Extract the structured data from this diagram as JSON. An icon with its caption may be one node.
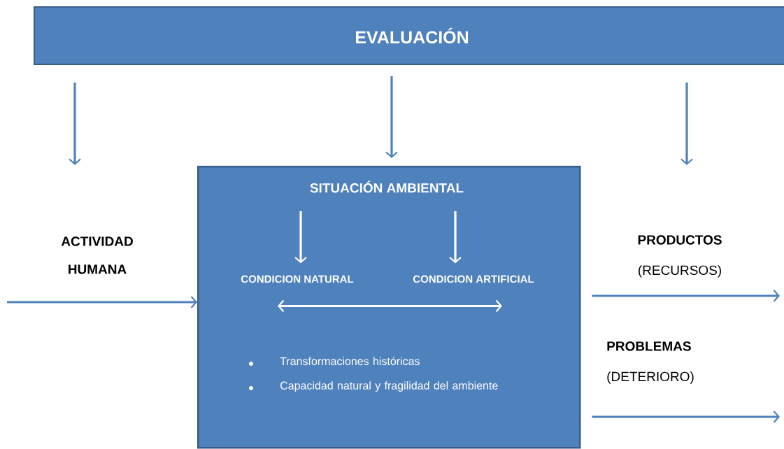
{
  "diagram": {
    "nodes": [
      {
        "text": [
          "EVALUACIÓN"
        ]
      },
      {
        "text": [
          "SITUACIÓN AMBIENTAL",
          "Transformaciones históricas",
          "Capacidad natural y fragilidad del ambiente"
        ]
      },
      {
        "text": [
          "CONDICION NATURAL"
        ],
        "in": 1
      },
      {
        "text": [
          "CONDICION ARTIFICIAL"
        ],
        "in": 1
      }
    ],
    "edges": [
      {
        "from": 0,
        "to": null,
        "arrow": "to"
      },
      {
        "from": 0,
        "to": 1,
        "arrow": "to"
      },
      {
        "from": 0,
        "to": null,
        "arrow": "to"
      },
      {
        "from": null,
        "to": 2,
        "arrow": "to",
        "color": "#ffffff"
      },
      {
        "from": null,
        "to": 3,
        "arrow": "to",
        "color": "#ffffff"
      },
      {
        "from": 2,
        "to": 3,
        "arrow": "both",
        "color": "#ffffff"
      },
      {
        "from": null,
        "to": 1,
        "arrow": "to"
      },
      {
        "from": 1,
        "to": null,
        "arrow": "to"
      },
      {
        "from": 1,
        "to": null,
        "arrow": "to"
      }
    ],
    "labels": [
      "ACTIVIDAD HUMANA",
      "PRODUCTOS",
      "(RECURSOS)",
      "PROBLEMAS",
      "(DETERIORO)"
    ]
  }
}
